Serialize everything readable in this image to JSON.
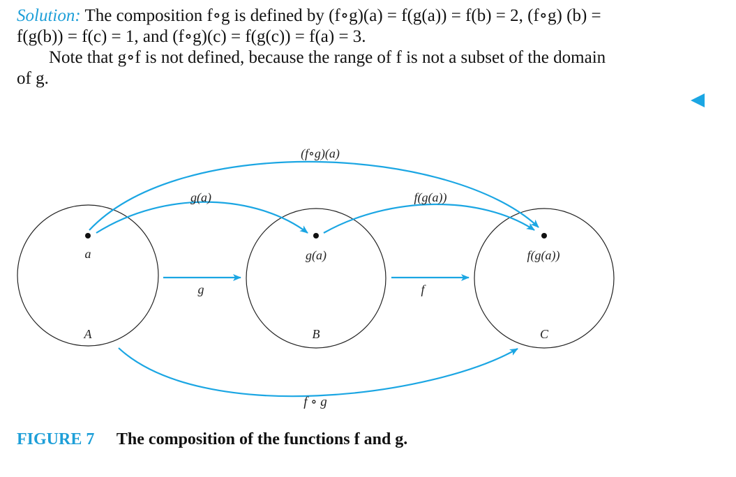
{
  "solution": {
    "label": "Solution:",
    "line1_text": "The composition f∘g is defined by (f∘g)(a) = f(g(a)) = f(b) = 2, (f∘g) (b) =",
    "line2_text": "f(g(b)) = f(c) = 1, and (f∘g)(c) = f(g(c)) = f(a) = 3.",
    "note_text": "Note that g∘f is not defined, because the range of f is not a subset of the domain",
    "note_end": "of g."
  },
  "figure": {
    "labels": {
      "top_arc": "(f∘g)(a)",
      "arc_g": "g(a)",
      "arc_f": "f(g(a))",
      "point_a": "a",
      "point_b": "g(a)",
      "point_c": "f(g(a))",
      "arrow_g": "g",
      "arrow_f": "f",
      "set_a": "A",
      "set_b": "B",
      "set_c": "C",
      "bottom_arc": "f ∘ g"
    },
    "colors": {
      "accent": "#1ba6e3",
      "circle": "#222222"
    }
  },
  "caption": {
    "label": "FIGURE 7",
    "text": "The composition of the functions f and g."
  }
}
